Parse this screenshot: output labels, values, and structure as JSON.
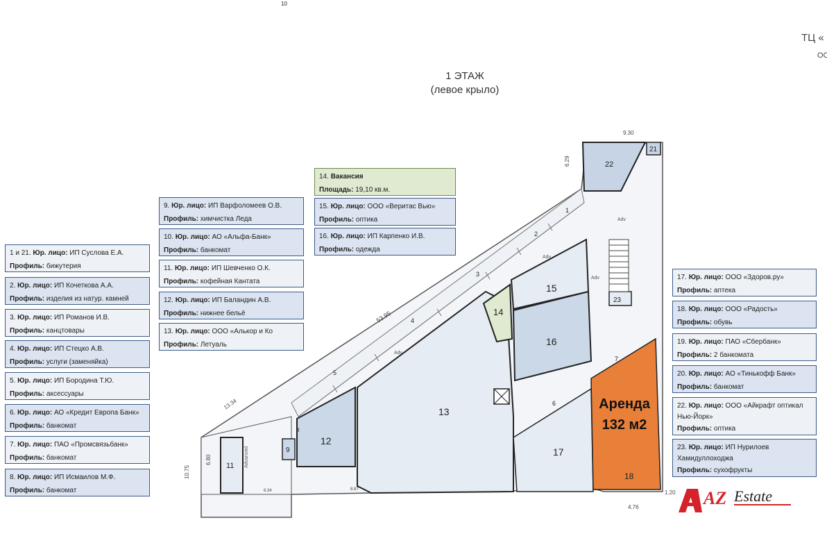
{
  "header": {
    "floor": "1 ЭТАЖ",
    "wing": "(левое крыло)",
    "corner_text": "ТЦ «",
    "corner_sub": "ОС"
  },
  "vacancy": {
    "num": "14.",
    "label": "Вакансия",
    "area_label": "Площадь:",
    "area_value": "19,10 кв.м."
  },
  "legal_label": "Юр. лицо:",
  "profile_label": "Профиль:",
  "tenants_left": [
    {
      "num": "1 и 21.",
      "entity": "ИП Суслова Е.А.",
      "profile": "бижутерия"
    },
    {
      "num": "2.",
      "entity": "ИП Кочеткова А.А.",
      "profile": "изделия из натур. камней"
    },
    {
      "num": "3.",
      "entity": "ИП Романов И.В.",
      "profile": "канцтовары"
    },
    {
      "num": "4.",
      "entity": "ИП Стецко А.В.",
      "profile": "услуги (заменяйка)"
    },
    {
      "num": "5.",
      "entity": "ИП Бородина Т.Ю.",
      "profile": "аксессуары"
    },
    {
      "num": "6.",
      "entity": "АО «Кредит Европа Банк»",
      "profile": "банкомат"
    },
    {
      "num": "7.",
      "entity": "ПАО «Промсвязьбанк»",
      "profile": "банкомат"
    },
    {
      "num": "8.",
      "entity": "ИП Исмаилов М.Ф.",
      "profile": "банкомат"
    }
  ],
  "tenants_mid": [
    {
      "num": "9.",
      "entity": "ИП Варфоломеев О.В.",
      "profile": "химчистка Леда"
    },
    {
      "num": "10.",
      "entity": "АО «Альфа-Банк»",
      "profile": "банкомат"
    },
    {
      "num": "11.",
      "entity": "ИП Шевченко О.К.",
      "profile": "кофейная Кантата"
    },
    {
      "num": "12.",
      "entity": "ИП Баландин А.В.",
      "profile": "нижнее бельё"
    },
    {
      "num": "13.",
      "entity": "ООО «Алькор и Ко",
      "profile": "Летуаль"
    }
  ],
  "tenants_center": [
    {
      "num": "15.",
      "entity": "ООО «Веритас Вью»",
      "profile": "оптика"
    },
    {
      "num": "16.",
      "entity": "ИП Карпенко И.В.",
      "profile": "одежда"
    }
  ],
  "tenants_right": [
    {
      "num": "17.",
      "entity": "ООО «Здоров.ру»",
      "profile": "аптека"
    },
    {
      "num": "18.",
      "entity": "ООО «Радость»",
      "profile": "обувь"
    },
    {
      "num": "19.",
      "entity": "ПАО «Сбербанк»",
      "profile": "2 банкомата"
    },
    {
      "num": "20.",
      "entity": "АО «Тинькофф Банк»",
      "profile": "банкомат"
    },
    {
      "num": "22.",
      "entity": "ООО «Айкрафт оптикал",
      "entity2": "Нью-Йорк»",
      "profile": "оптика"
    },
    {
      "num": "23.",
      "entity": "ИП Нурилоев",
      "entity2": "Хамидуллоходжа",
      "profile": "сухофрукты"
    }
  ],
  "rent": {
    "line1": "Аренда",
    "line2": "132 м2"
  },
  "plan": {
    "rooms": [
      "1",
      "2",
      "3",
      "4",
      "5",
      "6",
      "7",
      "8",
      "9",
      "10",
      "11",
      "12",
      "13",
      "14",
      "15",
      "16",
      "17",
      "18",
      "21",
      "22",
      "23"
    ],
    "dims": {
      "d930": "9.30",
      "d629": "6.29",
      "d5395": "53.95",
      "d1334": "13.34",
      "d1075": "10.75",
      "d680": "6.80",
      "d476": "4.76",
      "d120": "1.20",
      "d634": "6.34",
      "d887": "8.87"
    },
    "small_labels": {
      "adv": "Adv",
      "advanced": "Advanced"
    }
  },
  "logo": {
    "az": "AZ",
    "estate": "Estate"
  },
  "colors": {
    "box_fill": "#dbe4f0",
    "box_border": "#3a5a88",
    "vacancy_fill": "#dfead0",
    "rent_fill": "#e8803a",
    "logo_red": "#d4232a"
  }
}
